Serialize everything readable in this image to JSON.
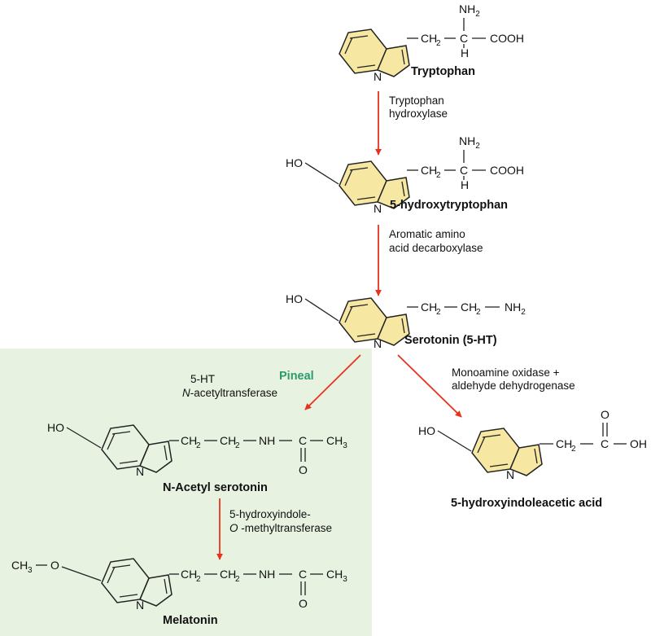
{
  "colors": {
    "pineal_region": "#e7f2e1",
    "ring_fill": "#f6e7a2",
    "arrow": "#e8321e",
    "pineal_label": "#2e9a6c",
    "text": "#111111"
  },
  "region": {
    "label": "Pineal"
  },
  "compounds": {
    "tryptophan": {
      "name": "Tryptophan",
      "ring_atom": "N",
      "amine": "NH2",
      "side_chain": "CH2",
      "alpha_carbon": "C",
      "alpha_h": "H",
      "acid": "COOH"
    },
    "hydroxytryptophan": {
      "name": "5-hydroxytryptophan",
      "hydroxyl": "HO",
      "ring_atom": "N",
      "amine": "NH2",
      "side_chain": "CH2",
      "alpha_carbon": "C",
      "alpha_h": "H",
      "acid": "COOH"
    },
    "serotonin": {
      "name": "Serotonin (5-HT)",
      "hydroxyl": "HO",
      "ring_atom": "N",
      "chain_1": "CH2",
      "chain_2": "CH2",
      "amine": "NH2"
    },
    "n_acetyl_serotonin": {
      "name": "N-Acetyl serotonin",
      "hydroxyl": "HO",
      "ring_atom": "N",
      "chain_1": "CH2",
      "chain_2": "CH2",
      "nh": "NH",
      "carbonyl_c": "C",
      "carbonyl_o": "O",
      "methyl": "CH3"
    },
    "melatonin": {
      "name": "Melatonin",
      "methoxy_c": "CH3",
      "methoxy_o": "O",
      "ring_atom": "N",
      "chain_1": "CH2",
      "chain_2": "CH2",
      "nh": "NH",
      "carbonyl_c": "C",
      "carbonyl_o": "O",
      "methyl": "CH3"
    },
    "hiaa": {
      "name": "5-hydroxyindoleacetic acid",
      "hydroxyl": "HO",
      "ring_atom": "N",
      "chain_1": "CH2",
      "carbonyl_c": "C",
      "carbonyl_o": "O",
      "hydroxyl_end": "OH"
    }
  },
  "enzymes": {
    "tryptophan_hydroxylase": [
      "Tryptophan",
      "hydroxylase"
    ],
    "aromatic_decarboxylase": [
      "Aromatic amino",
      "acid decarboxylase"
    ],
    "n_acetyltransferase": [
      "5-HT",
      "N-acetyltransferase"
    ],
    "o_methyltransferase": [
      "5-hydroxyindole-",
      "O -methyltransferase"
    ],
    "mao_aldh": [
      "Monoamine oxidase +",
      "aldehyde dehydrogenase"
    ]
  }
}
